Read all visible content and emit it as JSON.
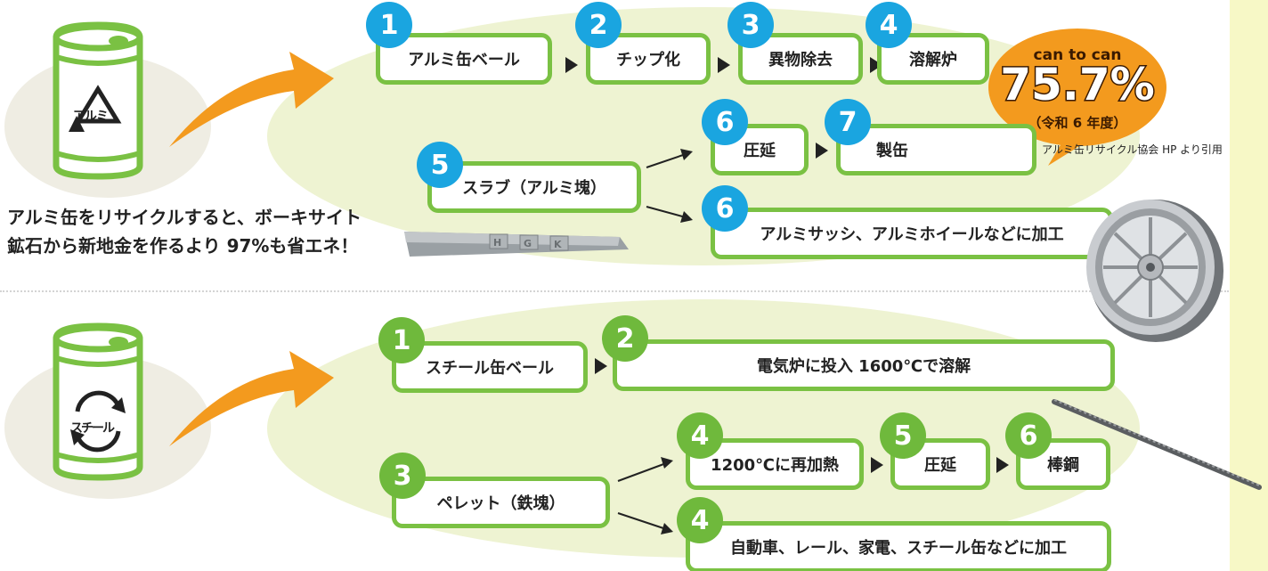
{
  "aluminum": {
    "steps": {
      "s1": {
        "num": "1",
        "label": "アルミ缶ベール"
      },
      "s2": {
        "num": "2",
        "label": "チップ化"
      },
      "s3": {
        "num": "3",
        "label": "異物除去"
      },
      "s4": {
        "num": "4",
        "label": "溶解炉"
      },
      "s5": {
        "num": "5",
        "label": "スラブ（アルミ塊）"
      },
      "s6a": {
        "num": "6",
        "label": "圧延"
      },
      "s7": {
        "num": "7",
        "label": "製缶"
      },
      "s6b": {
        "num": "6",
        "label": "アルミサッシ、アルミホイールなどに加工"
      }
    },
    "rate": {
      "header": "can to can",
      "value": "75.7%",
      "year": "（令和 6 年度）"
    },
    "source_note": "アルミ缶リサイクル協会 HP より引用",
    "caption": {
      "line1": "アルミ缶をリサイクルすると、ボーキサイト",
      "line2": "鉱石から新地金を作るより 97%も省エネ！"
    },
    "can_mark": "アルミ",
    "ingot_letters": [
      "H",
      "G",
      "K"
    ]
  },
  "steel": {
    "steps": {
      "s1": {
        "num": "1",
        "label": "スチール缶ベール"
      },
      "s2": {
        "num": "2",
        "label": "電気炉に投入 1600℃で溶解"
      },
      "s3": {
        "num": "3",
        "label": "ペレット（鉄塊）"
      },
      "s4a": {
        "num": "4",
        "label": "1200℃に再加熱"
      },
      "s5": {
        "num": "5",
        "label": "圧延"
      },
      "s6": {
        "num": "6",
        "label": "棒鋼"
      },
      "s4b": {
        "num": "4",
        "label": "自動車、レール、家電、スチール缶などに加工"
      }
    },
    "can_mark": "スチール"
  },
  "colors": {
    "green": "#7ac143",
    "blue_badge": "#1aa5e0",
    "green_badge": "#6fb93c",
    "orange": "#f39a1e",
    "blob": "#eef3d2",
    "sidebar": "#f7f8c6"
  }
}
